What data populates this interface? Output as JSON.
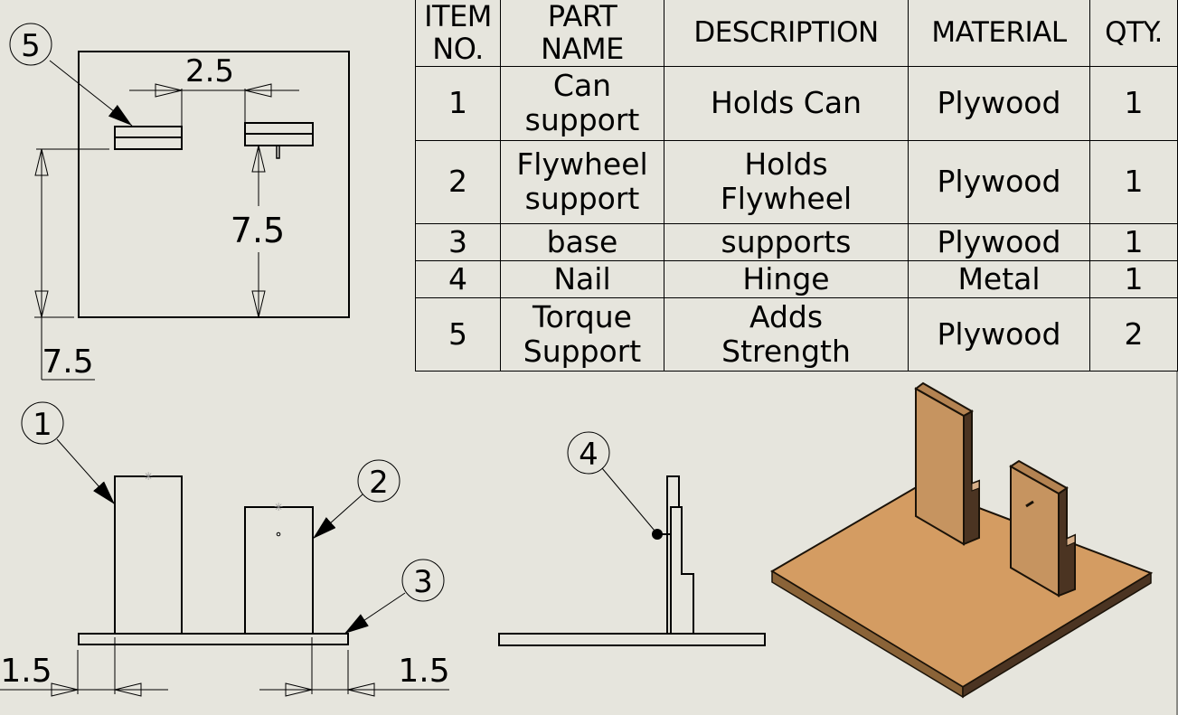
{
  "bom": {
    "headers": [
      {
        "line1": "ITEM",
        "line2": "NO."
      },
      {
        "line1": "PART",
        "line2": "NAME"
      },
      {
        "line1": "DESCRIPTION",
        "line2": ""
      },
      {
        "line1": "MATERIAL",
        "line2": ""
      },
      {
        "line1": "QTY.",
        "line2": ""
      }
    ],
    "rows": [
      {
        "item": "1",
        "name1": "Can",
        "name2": "support",
        "desc1": "Holds Can",
        "desc2": "",
        "material": "Plywood",
        "qty": "1"
      },
      {
        "item": "2",
        "name1": "Flywheel",
        "name2": "support",
        "desc1": "Holds",
        "desc2": "Flywheel",
        "material": "Plywood",
        "qty": "1"
      },
      {
        "item": "3",
        "name1": "base",
        "name2": "",
        "desc1": "supports",
        "desc2": "",
        "material": "Plywood",
        "qty": "1"
      },
      {
        "item": "4",
        "name1": "Nail",
        "name2": "",
        "desc1": "Hinge",
        "desc2": "",
        "material": "Metal",
        "qty": "1"
      },
      {
        "item": "5",
        "name1": "Torque",
        "name2": "Support",
        "desc1": "Adds",
        "desc2": "Strength",
        "material": "Plywood",
        "qty": "2"
      }
    ]
  },
  "top_view": {
    "balloon": "5",
    "dim_spacing": "2.5",
    "dim_height_right": "7.5",
    "dim_height_left": "7.5"
  },
  "front_view": {
    "balloons": [
      "1",
      "2",
      "3"
    ],
    "dim_left": "1.5",
    "dim_right": "1.5"
  },
  "side_view": {
    "balloon": "4"
  },
  "iso_view": {
    "wood_top": "#d59a5e",
    "wood_side": "#4a3424",
    "wood_face": "#c8935c"
  },
  "colors": {
    "background": "#e6e5dd",
    "line": "#000000"
  }
}
